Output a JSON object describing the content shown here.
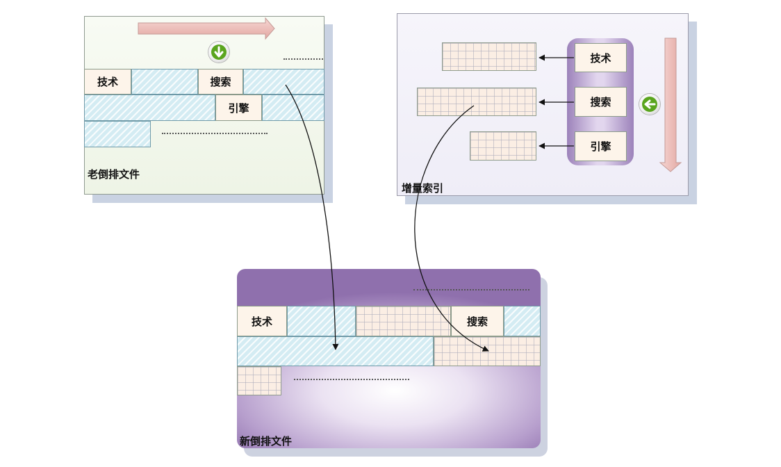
{
  "old_file": {
    "title": "老倒排文件",
    "terms": {
      "tech": "技术",
      "search": "搜索",
      "engine": "引擎"
    }
  },
  "incremental_index": {
    "title": "增量索引",
    "terms": {
      "tech": "技术",
      "search": "搜索",
      "engine": "引擎"
    }
  },
  "new_file": {
    "title": "新倒排文件",
    "terms": {
      "tech": "技术",
      "search": "搜索"
    }
  },
  "icons": {
    "down_arrow": "arrow-down-icon",
    "left_arrow": "arrow-left-icon"
  },
  "colors": {
    "old_file_hatch": "#d4ecf3",
    "incremental_grid": "#fbeee4",
    "new_file_frame": "#8f70ad",
    "arrow_green": "#5aa51e"
  }
}
